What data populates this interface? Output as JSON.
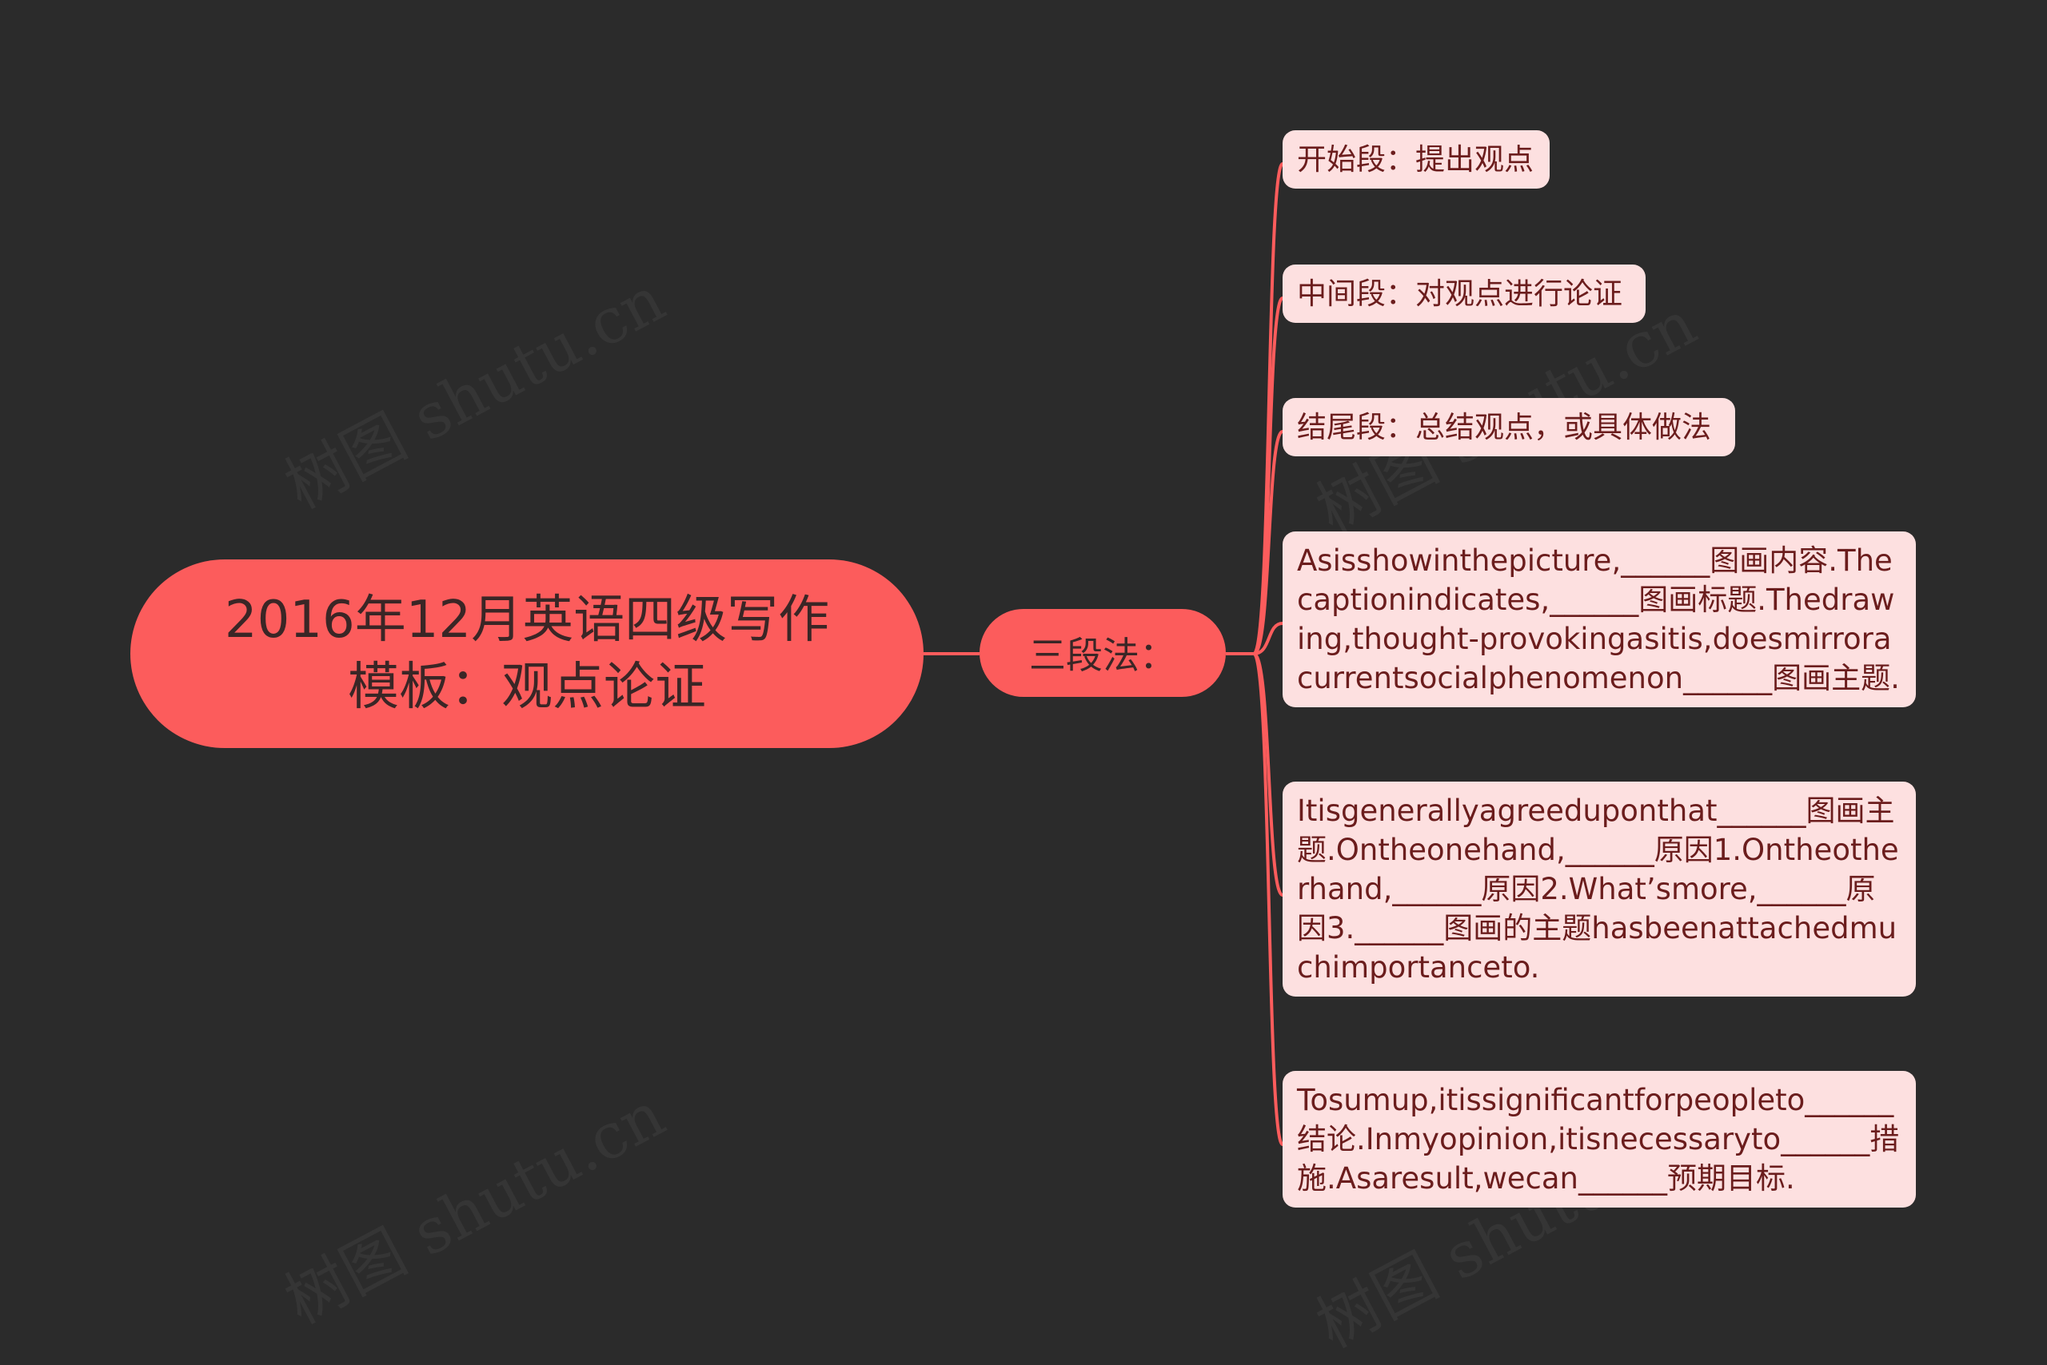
{
  "root": {
    "title": "2016年12月英语四级写作模板：观点论证"
  },
  "branch": {
    "label": "三段法："
  },
  "leaves": [
    {
      "text": "开始段：提出观点"
    },
    {
      "text": "中间段：对观点进行论证"
    },
    {
      "text": "结尾段：总结观点，或具体做法"
    },
    {
      "text": "Asisshowinthepicture,______图画内容.Thecaptionindicates,______图画标题.Thedrawing,thought-provokingasitis,doesmirroracurrentsocialphenomenon______图画主题."
    },
    {
      "text": "Itisgenerallyagreeduponthat______图画主题.Ontheonehand,______原因1.Ontheotherhand,______原因2.What’smore,______原因3.______图画的主题hasbeenattachedmuchimportanceto."
    },
    {
      "text": "Tosumup,itissignificantforpeopleto______结论.Inmyopinion,itisnecessaryto______措施.Asaresult,wecan______预期目标."
    }
  ],
  "watermark": "树图 shutu.cn",
  "colors": {
    "background": "#2b2b2b",
    "accent": "#fc5c5c",
    "leaf_bg": "#fde0e0",
    "leaf_text": "#6b1d1d"
  }
}
